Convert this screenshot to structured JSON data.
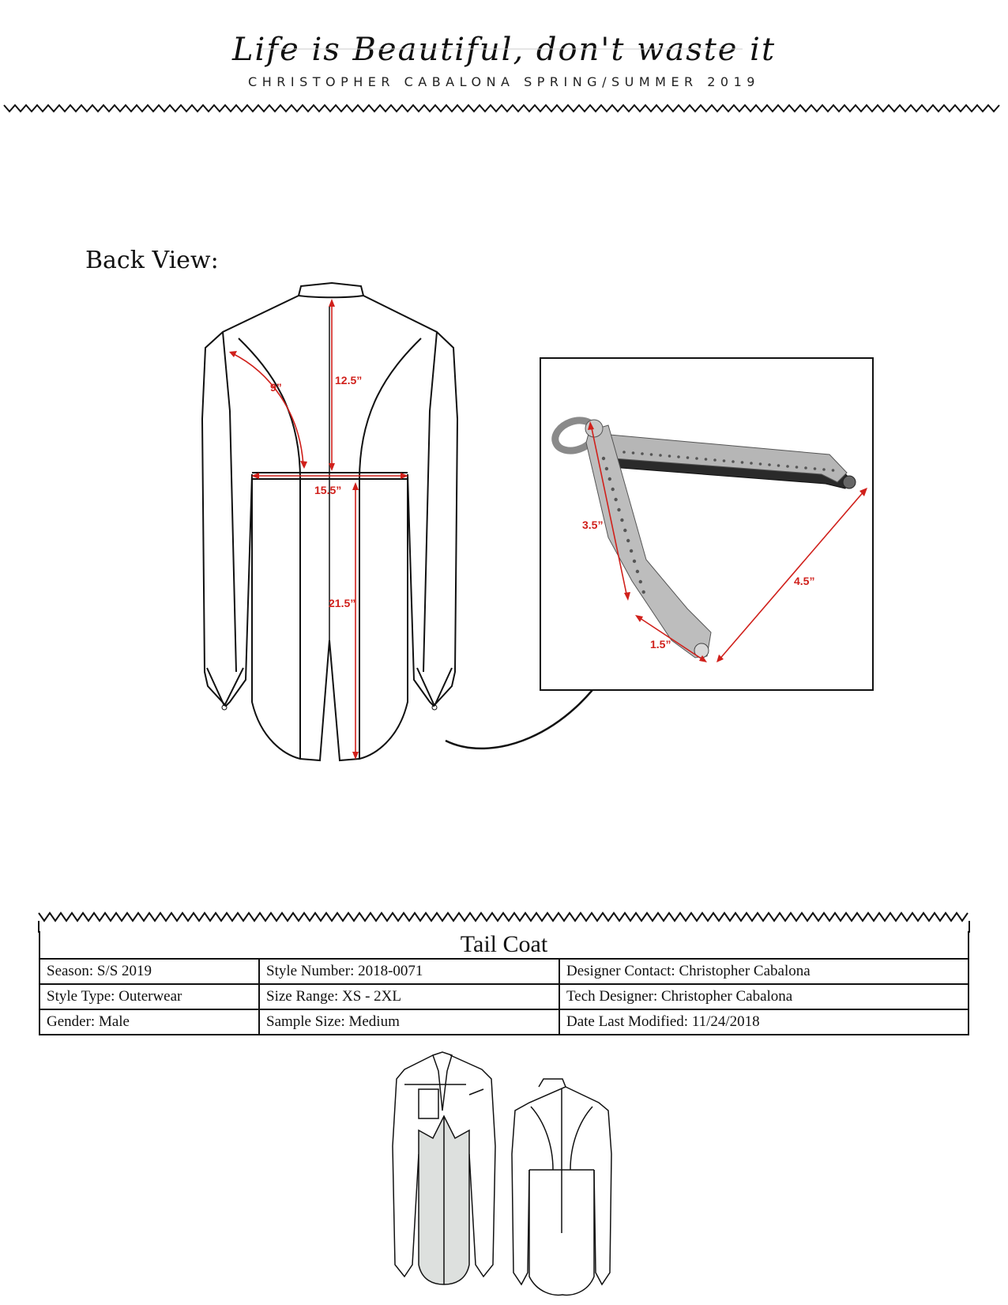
{
  "header": {
    "tagline": "Life is Beautiful, don't waste it",
    "collection": "CHRISTOPHER CABALONA SPRING/SUMMER 2019"
  },
  "view_label": "Back View:",
  "measurements": {
    "collar_to_waist": "12.5”",
    "princess_seam": "9”",
    "waist_width": "15.5”",
    "tail_length": "21.5”"
  },
  "hardware_detail": {
    "arm_length": "3.5”",
    "span": "4.5”",
    "end_width": "1.5”"
  },
  "spec_table": {
    "title": "Tail Coat",
    "rows": [
      [
        "Season: S/S 2019",
        "Style Number: 2018-0071",
        "Designer Contact: Christopher Cabalona"
      ],
      [
        "Style Type: Outerwear",
        "Size Range: XS - 2XL",
        "Tech Designer: Christopher Cabalona"
      ],
      [
        "Gender: Male",
        "Sample Size: Medium",
        "Date Last Modified: 11/24/2018"
      ]
    ]
  },
  "colors": {
    "ink": "#111111",
    "measure": "#d0201b",
    "metal": "#a9a9a9",
    "panel_fill": "#dde0de"
  }
}
